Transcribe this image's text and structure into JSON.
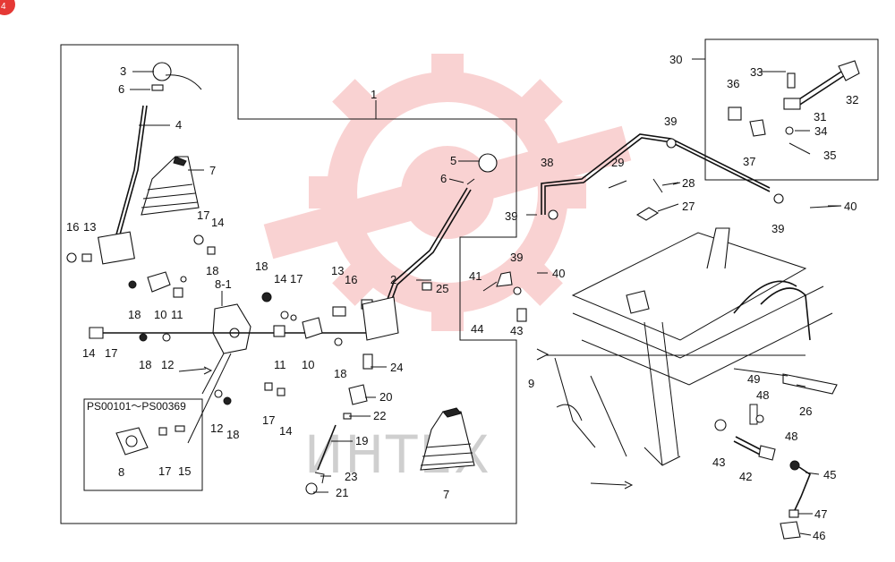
{
  "corner_badge": "4",
  "watermark_text": "ИНТЕХ",
  "variant_note": "PS00101～PS00369",
  "colors": {
    "watermark": "#e53935",
    "ink": "#111111",
    "badge": "#e53935"
  },
  "callouts": {
    "n1": "1",
    "n2": "2",
    "n3": "3",
    "n4": "4",
    "n5": "5",
    "n6a": "6",
    "n6b": "6",
    "n7a": "7",
    "n7b": "7",
    "n8": "8",
    "n8_1": "8-1",
    "n9": "9",
    "n10a": "10",
    "n10b": "10",
    "n11a": "11",
    "n11b": "11",
    "n12a": "12",
    "n12b": "12",
    "n13a": "13",
    "n13b": "13",
    "n14a": "14",
    "n14b": "14",
    "n14c": "14",
    "n14d": "14",
    "n15": "15",
    "n16a": "16",
    "n16b": "16",
    "n17a": "17",
    "n17b": "17",
    "n17c": "17",
    "n17d": "17",
    "n17e": "17",
    "n18a": "18",
    "n18b": "18",
    "n18c": "18",
    "n18d": "18",
    "n18e": "18",
    "n18f": "18",
    "n19": "19",
    "n20": "20",
    "n21": "21",
    "n22": "22",
    "n23": "23",
    "n24": "24",
    "n25": "25",
    "n26": "26",
    "n27": "27",
    "n28": "28",
    "n29": "29",
    "n30": "30",
    "n31": "31",
    "n32": "32",
    "n33": "33",
    "n34": "34",
    "n35": "35",
    "n36": "36",
    "n37": "37",
    "n38": "38",
    "n39a": "39",
    "n39b": "39",
    "n39c": "39",
    "n39d": "39",
    "n40a": "40",
    "n40b": "40",
    "n41": "41",
    "n42": "42",
    "n43a": "43",
    "n43b": "43",
    "n44": "44",
    "n45": "45",
    "n46": "46",
    "n47": "47",
    "n48a": "48",
    "n48b": "48",
    "n49": "49"
  }
}
